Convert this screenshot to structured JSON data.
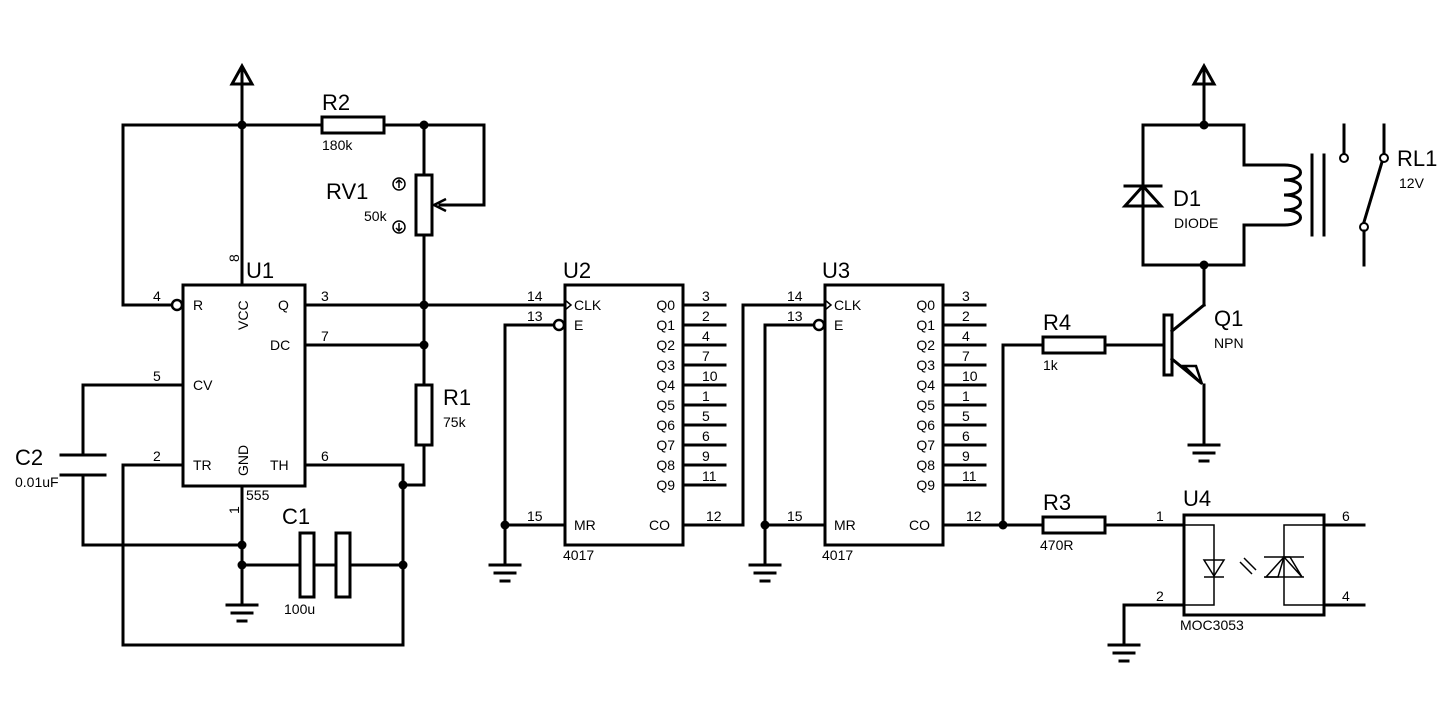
{
  "components": {
    "u1": {
      "ref": "U1",
      "value": "555",
      "pins": {
        "R": "R",
        "VCC": "VCC",
        "Q": "Q",
        "DC": "DC",
        "CV": "CV",
        "TR": "TR",
        "GND": "GND",
        "TH": "TH"
      },
      "numbers": {
        "R": "4",
        "VCC": "8",
        "Q": "3",
        "DC": "7",
        "CV": "5",
        "TR": "2",
        "GND": "1",
        "TH": "6"
      }
    },
    "u2": {
      "ref": "U2",
      "value": "4017"
    },
    "u3": {
      "ref": "U3",
      "value": "4017"
    },
    "counter_pins": {
      "left": [
        {
          "name": "CLK",
          "num": "14"
        },
        {
          "name": "E",
          "num": "13"
        },
        {
          "name": "MR",
          "num": "15"
        }
      ],
      "outputs": [
        {
          "name": "Q0",
          "num": "3"
        },
        {
          "name": "Q1",
          "num": "2"
        },
        {
          "name": "Q2",
          "num": "4"
        },
        {
          "name": "Q3",
          "num": "7"
        },
        {
          "name": "Q4",
          "num": "10"
        },
        {
          "name": "Q5",
          "num": "1"
        },
        {
          "name": "Q6",
          "num": "5"
        },
        {
          "name": "Q7",
          "num": "6"
        },
        {
          "name": "Q8",
          "num": "9"
        },
        {
          "name": "Q9",
          "num": "11"
        }
      ],
      "carry": {
        "name": "CO",
        "num": "12"
      }
    },
    "r1": {
      "ref": "R1",
      "value": "75k"
    },
    "r2": {
      "ref": "R2",
      "value": "180k"
    },
    "r3": {
      "ref": "R3",
      "value": "470R"
    },
    "r4": {
      "ref": "R4",
      "value": "1k"
    },
    "rv1": {
      "ref": "RV1",
      "value": "50k"
    },
    "c1": {
      "ref": "C1",
      "value": "100u"
    },
    "c2": {
      "ref": "C2",
      "value": "0.01uF"
    },
    "d1": {
      "ref": "D1",
      "value": "DIODE"
    },
    "q1": {
      "ref": "Q1",
      "value": "NPN"
    },
    "rl1": {
      "ref": "RL1",
      "value": "12V"
    },
    "u4": {
      "ref": "U4",
      "value": "MOC3053",
      "pins": {
        "p1": "1",
        "p2": "2",
        "p6": "6",
        "p4": "4"
      }
    }
  }
}
